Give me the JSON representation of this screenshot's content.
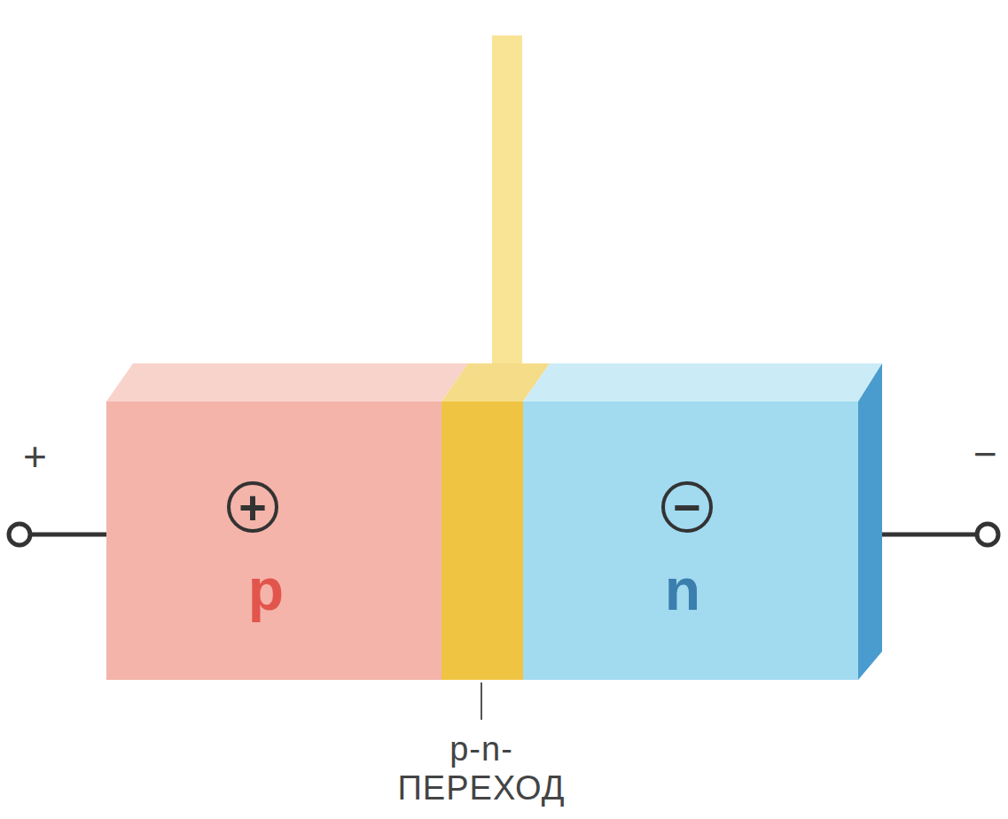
{
  "diagram": {
    "nodes": [
      {
        "text": [
          "+",
          "p"
        ]
      },
      {
        "text": [
          "−",
          "n"
        ]
      }
    ],
    "labels": [
      "+",
      "−",
      "p-n- ПЕРЕХОД"
    ]
  }
}
